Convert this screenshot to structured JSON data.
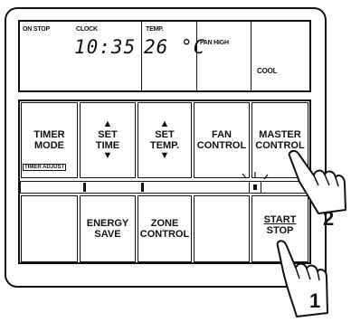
{
  "lcd": {
    "on_stop": "ON STOP",
    "clock_label": "CLOCK",
    "clock_value": "10:35",
    "temp_label": "TEMP.",
    "temp_value": "26 °C",
    "fan_mode": "FAN HIGH",
    "mode": "COOL"
  },
  "buttons": {
    "timer_mode": [
      "TIMER",
      "MODE"
    ],
    "timer_adjust": "TIMER ADJUST",
    "set_time": [
      "SET",
      "TIME"
    ],
    "set_temp": [
      "SET",
      "TEMP."
    ],
    "fan_control": [
      "FAN",
      "CONTROL"
    ],
    "master_control": [
      "MASTER",
      "CONTROL"
    ],
    "energy_save": [
      "ENERGY",
      "SAVE"
    ],
    "zone_control": [
      "ZONE",
      "CONTROL"
    ],
    "start": "START",
    "stop": "STOP"
  },
  "callouts": {
    "step1": "1",
    "step2": "2"
  },
  "icons": {
    "up": "▲",
    "down": "▼",
    "indicator": "indicator-light-icon"
  }
}
